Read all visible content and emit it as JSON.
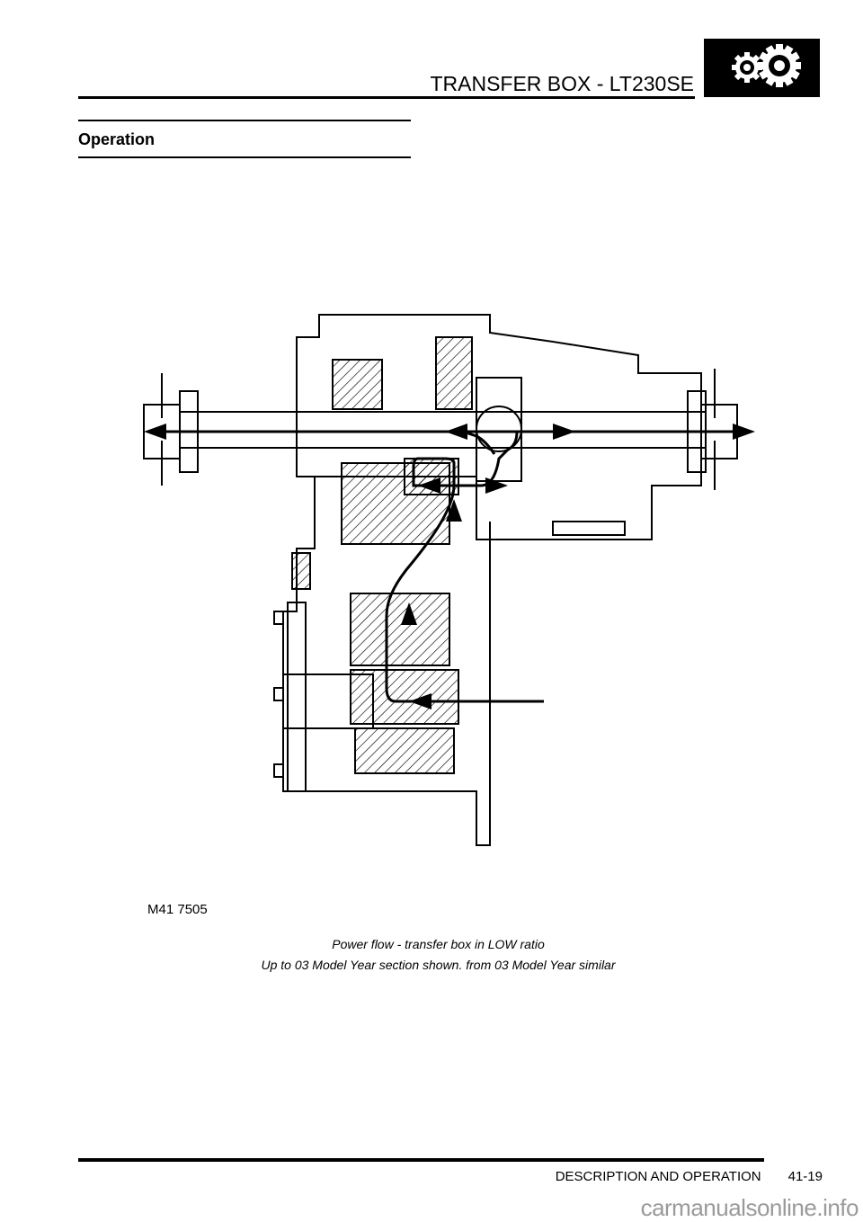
{
  "header": {
    "title": "TRANSFER BOX - LT230SE",
    "logo_icon": "gears-icon"
  },
  "section": {
    "title": "Operation"
  },
  "figure": {
    "id": "M41 7505",
    "caption": "Power flow - transfer box in LOW ratio",
    "note": "Up to 03 Model Year section shown. from 03 Model Year similar"
  },
  "footer": {
    "section": "DESCRIPTION AND OPERATION",
    "page": "41-19"
  },
  "watermark": "carmanualsonline.info"
}
